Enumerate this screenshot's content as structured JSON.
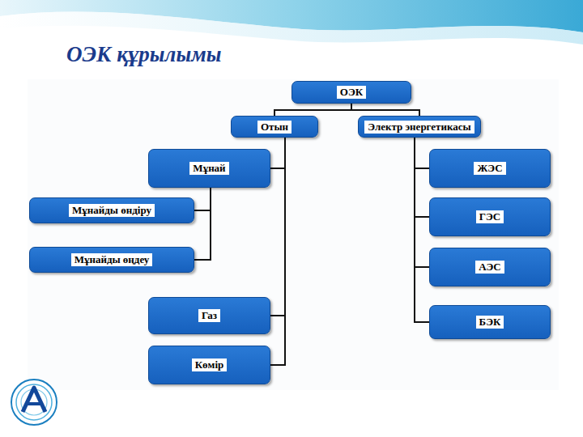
{
  "diagram": {
    "title": "ОЭК құрылымы",
    "nodes": [
      {
        "text": [
          "ОЭК"
        ]
      },
      {
        "text": [
          "Отын"
        ]
      },
      {
        "text": [
          "Электр энергетикасы"
        ]
      },
      {
        "text": [
          "Мұнай"
        ]
      },
      {
        "text": [
          "Мұнайды өндіру"
        ]
      },
      {
        "text": [
          "Мұнайды өңдеу"
        ]
      },
      {
        "text": [
          "Газ"
        ]
      },
      {
        "text": [
          "Көмір"
        ]
      },
      {
        "text": [
          "ЖЭС"
        ]
      },
      {
        "text": [
          "ГЭС"
        ]
      },
      {
        "text": [
          "АЭС"
        ]
      },
      {
        "text": [
          "БЭК"
        ]
      }
    ],
    "edges": [
      {
        "from": 0,
        "to": 1,
        "arrow": "none"
      },
      {
        "from": 0,
        "to": 2,
        "arrow": "none"
      },
      {
        "from": 1,
        "to": 3,
        "arrow": "none"
      },
      {
        "from": 3,
        "to": 4,
        "arrow": "none"
      },
      {
        "from": 3,
        "to": 5,
        "arrow": "none"
      },
      {
        "from": 1,
        "to": 6,
        "arrow": "none"
      },
      {
        "from": 1,
        "to": 7,
        "arrow": "none"
      },
      {
        "from": 2,
        "to": 8,
        "arrow": "none"
      },
      {
        "from": 2,
        "to": 9,
        "arrow": "none"
      },
      {
        "from": 2,
        "to": 10,
        "arrow": "none"
      },
      {
        "from": 2,
        "to": 11,
        "arrow": "none"
      }
    ]
  }
}
